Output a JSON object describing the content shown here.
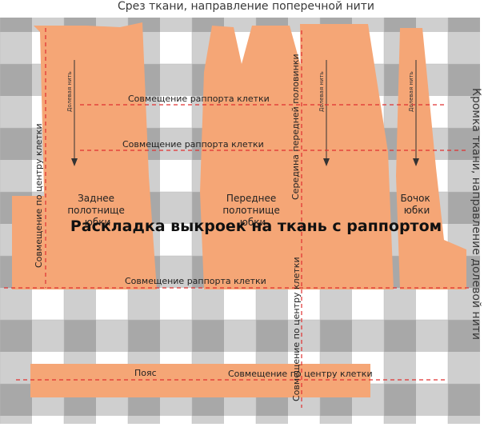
{
  "title_top": "Срез ткани, направление поперечной нити",
  "title_right": "Кромка ткани, направление долевой нити",
  "banner": "Раскладка выкроек на ткань с раппортом",
  "labels": {
    "center_left": "Совмещение по центру клетки",
    "center_front": "Середина передней половинки",
    "center_bottom": "Совмещение по центру клетки",
    "center_belt": "Совмещение по центру клетки",
    "rapport": "Совмещение раппорта клетки",
    "grain": "Долевая нить"
  },
  "pieces": {
    "back": [
      "Заднее",
      "полотнище",
      "юбки"
    ],
    "front": [
      "Переднее",
      "полотнище",
      "юбки"
    ],
    "side": [
      "Бочок",
      "юбки"
    ],
    "belt": "Пояс"
  },
  "colors": {
    "pattern": "#f5a676",
    "dashed": "#e03030",
    "check_dark": "#a8a8a8",
    "check_mid": "#cfcfcf",
    "check_light": "#ffffff"
  }
}
